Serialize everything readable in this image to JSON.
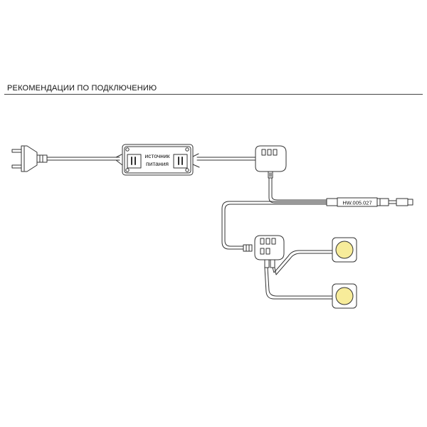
{
  "heading": "РЕКОМЕНДАЦИИ ПО ПОДКЛЮЧЕНИЮ",
  "power_supply": {
    "line1": "источник",
    "line2": "питания"
  },
  "switch_label": "HW.005.027",
  "colors": {
    "stroke": "#333333",
    "led": "#f7ec9a",
    "background": "#ffffff"
  }
}
